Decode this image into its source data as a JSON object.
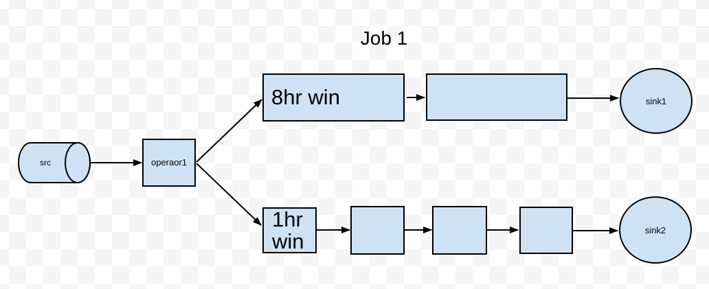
{
  "title": "Job 1",
  "colors": {
    "canvas_bg": "#ffffff",
    "checker_gray": "#f5f5f6",
    "node_fill": "#cfe2f3",
    "node_stroke": "#000000",
    "edge_color": "#000000",
    "text_color": "#000000"
  },
  "nodes": {
    "src": {
      "label": "src",
      "shape": "cylinder"
    },
    "operator1": {
      "label": "operaor1",
      "shape": "rect"
    },
    "win8hr": {
      "label": "8hr win",
      "shape": "rect"
    },
    "stage_top2": {
      "label": "",
      "shape": "rect"
    },
    "sink1": {
      "label": "sink1",
      "shape": "circle"
    },
    "win1hr": {
      "label_lines": [
        "1hr",
        "win"
      ],
      "shape": "rect"
    },
    "stage_bot1": {
      "label": "",
      "shape": "rect"
    },
    "stage_bot2": {
      "label": "",
      "shape": "rect"
    },
    "stage_bot3": {
      "label": "",
      "shape": "rect"
    },
    "sink2": {
      "label": "sink2",
      "shape": "circle"
    }
  },
  "edges": [
    {
      "from": "src",
      "to": "operator1"
    },
    {
      "from": "operator1",
      "to": "win8hr"
    },
    {
      "from": "operator1",
      "to": "win1hr"
    },
    {
      "from": "win8hr",
      "to": "stage_top2"
    },
    {
      "from": "stage_top2",
      "to": "sink1"
    },
    {
      "from": "win1hr",
      "to": "stage_bot1"
    },
    {
      "from": "stage_bot1",
      "to": "stage_bot2"
    },
    {
      "from": "stage_bot2",
      "to": "stage_bot3"
    },
    {
      "from": "stage_bot3",
      "to": "sink2"
    }
  ]
}
